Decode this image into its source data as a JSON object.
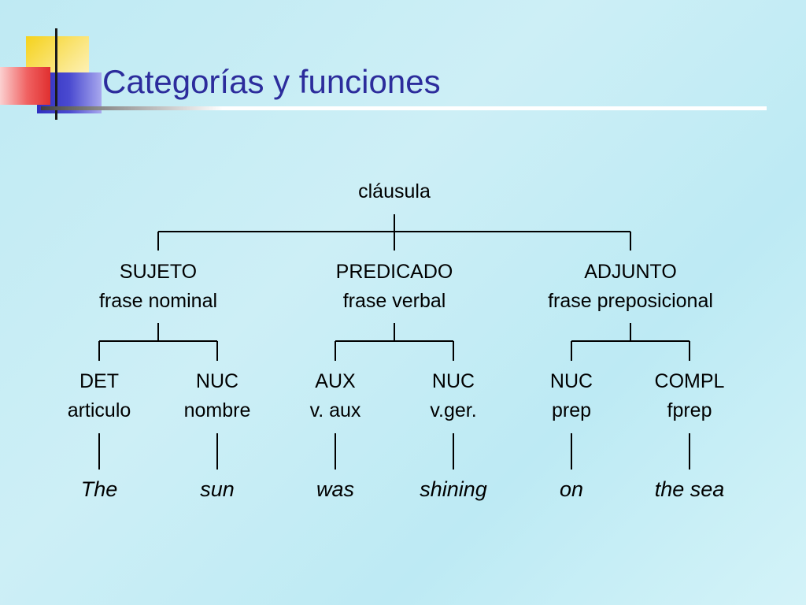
{
  "slide": {
    "title": "Categorías y funciones"
  },
  "tree": {
    "root": "cláusula",
    "functions": [
      {
        "function": "SUJETO",
        "category": "frase nominal",
        "children": [
          {
            "function": "DET",
            "category": "articulo",
            "word": "The"
          },
          {
            "function": "NUC",
            "category": "nombre",
            "word": "sun"
          }
        ]
      },
      {
        "function": "PREDICADO",
        "category": "frase verbal",
        "children": [
          {
            "function": "AUX",
            "category": "v. aux",
            "word": "was"
          },
          {
            "function": "NUC",
            "category": "v.ger.",
            "word": "shining"
          }
        ]
      },
      {
        "function": "ADJUNTO",
        "category": "frase preposicional",
        "children": [
          {
            "function": "NUC",
            "category": "prep",
            "word": "on"
          },
          {
            "function": "COMPL",
            "category": "fprep",
            "word": "the sea"
          }
        ]
      }
    ]
  },
  "colors": {
    "title": "#2c2c9c",
    "deco_yellow": "#f5d21c",
    "deco_red": "#f06060",
    "deco_blue": "#3a3ac8"
  }
}
